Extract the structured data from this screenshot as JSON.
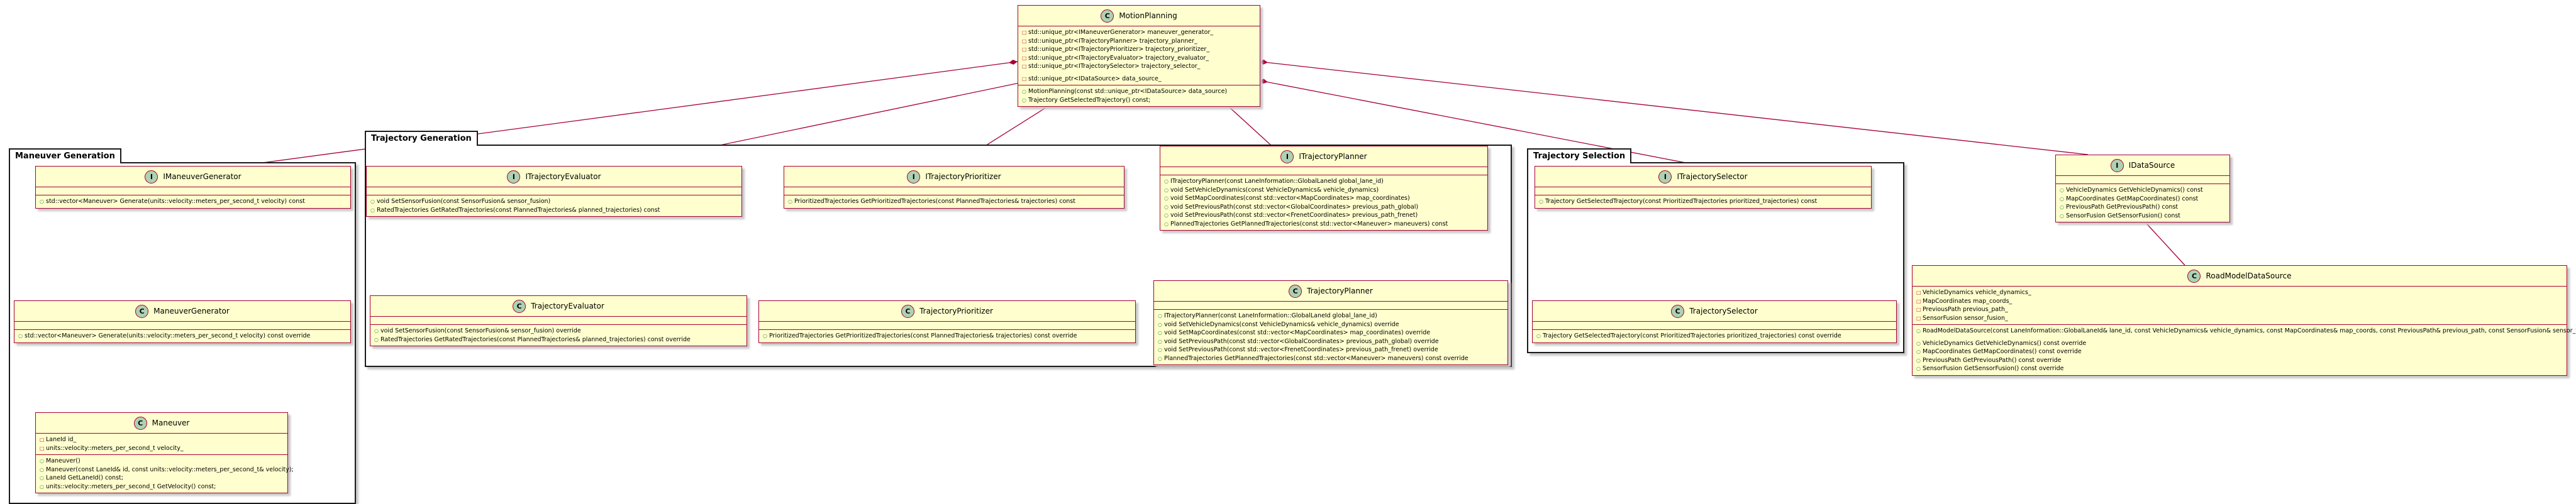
{
  "packages": {
    "maneuver": "Maneuver Generation",
    "trajectory": "Trajectory Generation",
    "selection": "Trajectory Selection"
  },
  "classes": {
    "motion_planning": {
      "name": "MotionPlanning",
      "badge": "C",
      "attributes": [
        "std::unique_ptr<IManeuverGenerator> maneuver_generator_",
        "std::unique_ptr<ITrajectoryPlanner> trajectory_planner_",
        "std::unique_ptr<ITrajectoryPrioritizer> trajectory_prioritizer_",
        "std::unique_ptr<ITrajectoryEvaluator> trajectory_evaluator_",
        "std::unique_ptr<ITrajectorySelector> trajectory_selector_",
        "",
        "std::unique_ptr<IDataSource> data_source_"
      ],
      "methods": [
        "MotionPlanning(const std::unique_ptr<IDataSource> data_source)",
        "Trajectory GetSelectedTrajectory() const;"
      ]
    },
    "imaneuver_generator": {
      "name": "IManeuverGenerator",
      "badge": "I",
      "methods": [
        "std::vector<Maneuver> Generate(units::velocity::meters_per_second_t velocity) const"
      ]
    },
    "maneuver_generator": {
      "name": "ManeuverGenerator",
      "badge": "C",
      "methods": [
        "std::vector<Maneuver> Generate(units::velocity::meters_per_second_t velocity) const override"
      ]
    },
    "maneuver": {
      "name": "Maneuver",
      "badge": "C",
      "attributes": [
        "LaneId id_",
        "units::velocity::meters_per_second_t velocity_"
      ],
      "methods": [
        "Maneuver()",
        "Maneuver(const LaneId& id, const units::velocity::meters_per_second_t& velocity);",
        "LaneId GetLaneId() const;",
        "units::velocity::meters_per_second_t GetVelocity() const;"
      ]
    },
    "itrajectory_evaluator": {
      "name": "ITrajectoryEvaluator",
      "badge": "I",
      "methods": [
        "void SetSensorFusion(const SensorFusion& sensor_fusion)",
        "RatedTrajectories GetRatedTrajectories(const PlannedTrajectories& planned_trajectories) const"
      ]
    },
    "trajectory_evaluator": {
      "name": "TrajectoryEvaluator",
      "badge": "C",
      "methods": [
        "void SetSensorFusion(const SensorFusion& sensor_fusion) override",
        "RatedTrajectories GetRatedTrajectories(const PlannedTrajectories& planned_trajectories) const override"
      ]
    },
    "itrajectory_prioritizer": {
      "name": "ITrajectoryPrioritizer",
      "badge": "I",
      "methods": [
        "PrioritizedTrajectories GetPrioritizedTrajectories(const PlannedTrajectories& trajectories) const"
      ]
    },
    "trajectory_prioritizer": {
      "name": "TrajectoryPrioritizer",
      "badge": "C",
      "methods": [
        "PrioritizedTrajectories GetPrioritizedTrajectories(const PlannedTrajectories& trajectories) const override"
      ]
    },
    "itrajectory_planner": {
      "name": "ITrajectoryPlanner",
      "badge": "I",
      "methods": [
        "ITrajectoryPlanner(const LaneInformation::GlobalLaneId global_lane_id)",
        "void SetVehicleDynamics(const VehicleDynamics& vehicle_dynamics)",
        "void SetMapCoordinates(const std::vector<MapCoordinates> map_coordinates)",
        "void SetPreviousPath(const std::vector<GlobalCoordinates> previous_path_global)",
        "void SetPreviousPath(const std::vector<FrenetCoordinates> previous_path_frenet)",
        "PlannedTrajectories GetPlannedTrajectories(const std::vector<Maneuver> maneuvers) const"
      ]
    },
    "trajectory_planner": {
      "name": "TrajectoryPlanner",
      "badge": "C",
      "methods": [
        "ITrajectoryPlanner(const LaneInformation::GlobalLaneId global_lane_id)",
        "void SetVehicleDynamics(const VehicleDynamics& vehicle_dynamics) override",
        "void SetMapCoordinates(const std::vector<MapCoordinates> map_coordinates) override",
        "void SetPreviousPath(const std::vector<GlobalCoordinates> previous_path_global) override",
        "void SetPreviousPath(const std::vector<FrenetCoordinates> previous_path_frenet) override",
        "PlannedTrajectories GetPlannedTrajectories(const std::vector<Maneuver> maneuvers) const override"
      ]
    },
    "itrajectory_selector": {
      "name": "ITrajectorySelector",
      "badge": "I",
      "methods": [
        "Trajectory GetSelectedTrajectory(const PrioritizedTrajectories prioritized_trajectories) const"
      ]
    },
    "trajectory_selector": {
      "name": "TrajectorySelector",
      "badge": "C",
      "methods": [
        "Trajectory GetSelectedTrajectory(const PrioritizedTrajectories prioritized_trajectories) const override"
      ]
    },
    "idata_source": {
      "name": "IDataSource",
      "badge": "I",
      "methods": [
        "VehicleDynamics GetVehicleDynamics() const",
        "MapCoordinates GetMapCoordinates() const",
        "PreviousPath GetPreviousPath() const",
        "SensorFusion GetSensorFusion() const"
      ]
    },
    "road_model_data_source": {
      "name": "RoadModelDataSource",
      "badge": "C",
      "attributes": [
        "VehicleDynamics vehicle_dynamics_",
        "MapCoordinates map_coords_",
        "PreviousPath previous_path_",
        "SensorFusion sensor_fusion_"
      ],
      "methods": [
        "RoadModelDataSource(const LaneInformation::GlobalLaneId& lane_id, const VehicleDynamics& vehicle_dynamics, const MapCoordinates& map_coords, const PreviousPath& previous_path, const SensorFusion& sensor_fusion)",
        "",
        "VehicleDynamics GetVehicleDynamics() const override",
        "MapCoordinates GetMapCoordinates() const override",
        "PreviousPath GetPreviousPath() const override",
        "SensorFusion GetSensorFusion() const override"
      ]
    }
  },
  "colors": {
    "class_fill": "#fefece",
    "class_border": "#a80036",
    "badge_fill": "#add1b2"
  }
}
